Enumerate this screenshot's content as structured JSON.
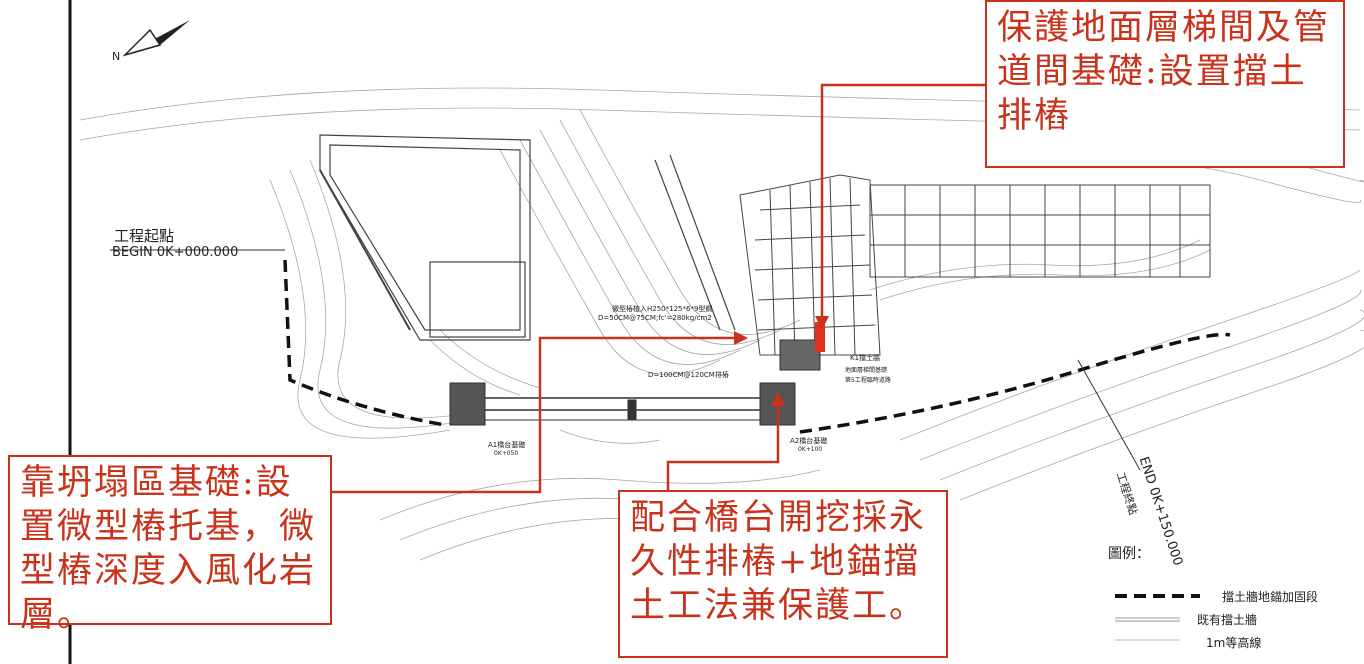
{
  "callouts": {
    "top_right": "保護地面層梯間及管道間基礎:設置擋土排樁",
    "bottom_left": "靠坍塌區基礎:設置微型樁托基，微型樁深度入風化岩層。",
    "bottom_center": "配合橋台開挖採永久性排樁+地錨擋土工法兼保護工。"
  },
  "start_label": {
    "title": "工程起點",
    "station": "BEGIN 0K+000.000"
  },
  "end_label": {
    "title": "工程終點",
    "station": "END 0K+150.000"
  },
  "compass": {
    "north": "N"
  },
  "plan_notes": {
    "pile_spec_line1": "微型樁植入H250*125*6*9型鋼",
    "pile_spec_line2": "D=50CM@75CM;fc'=280kg/cm2",
    "bored_pile": "D=100CM@120CM排樁",
    "a1": "A1橋台基礎",
    "a1_station": "0K+050",
    "a2": "A2橋台基礎",
    "a2_station": "0K+100",
    "wall_k1": "K1擋土牆",
    "wall_note": "地面層梯間基礎",
    "wall_note2": "第5工程臨時道路"
  },
  "legend": {
    "title": "圖例：",
    "items": [
      {
        "label": "擋土牆地錨加固段",
        "style": "dashed-bold"
      },
      {
        "label": "既有擋土牆",
        "style": "double-thin"
      },
      {
        "label": "1m等高線",
        "style": "thin"
      }
    ]
  },
  "colors": {
    "accent": "#c9331c",
    "linework": "#333333",
    "contour": "#9a9a9a"
  }
}
